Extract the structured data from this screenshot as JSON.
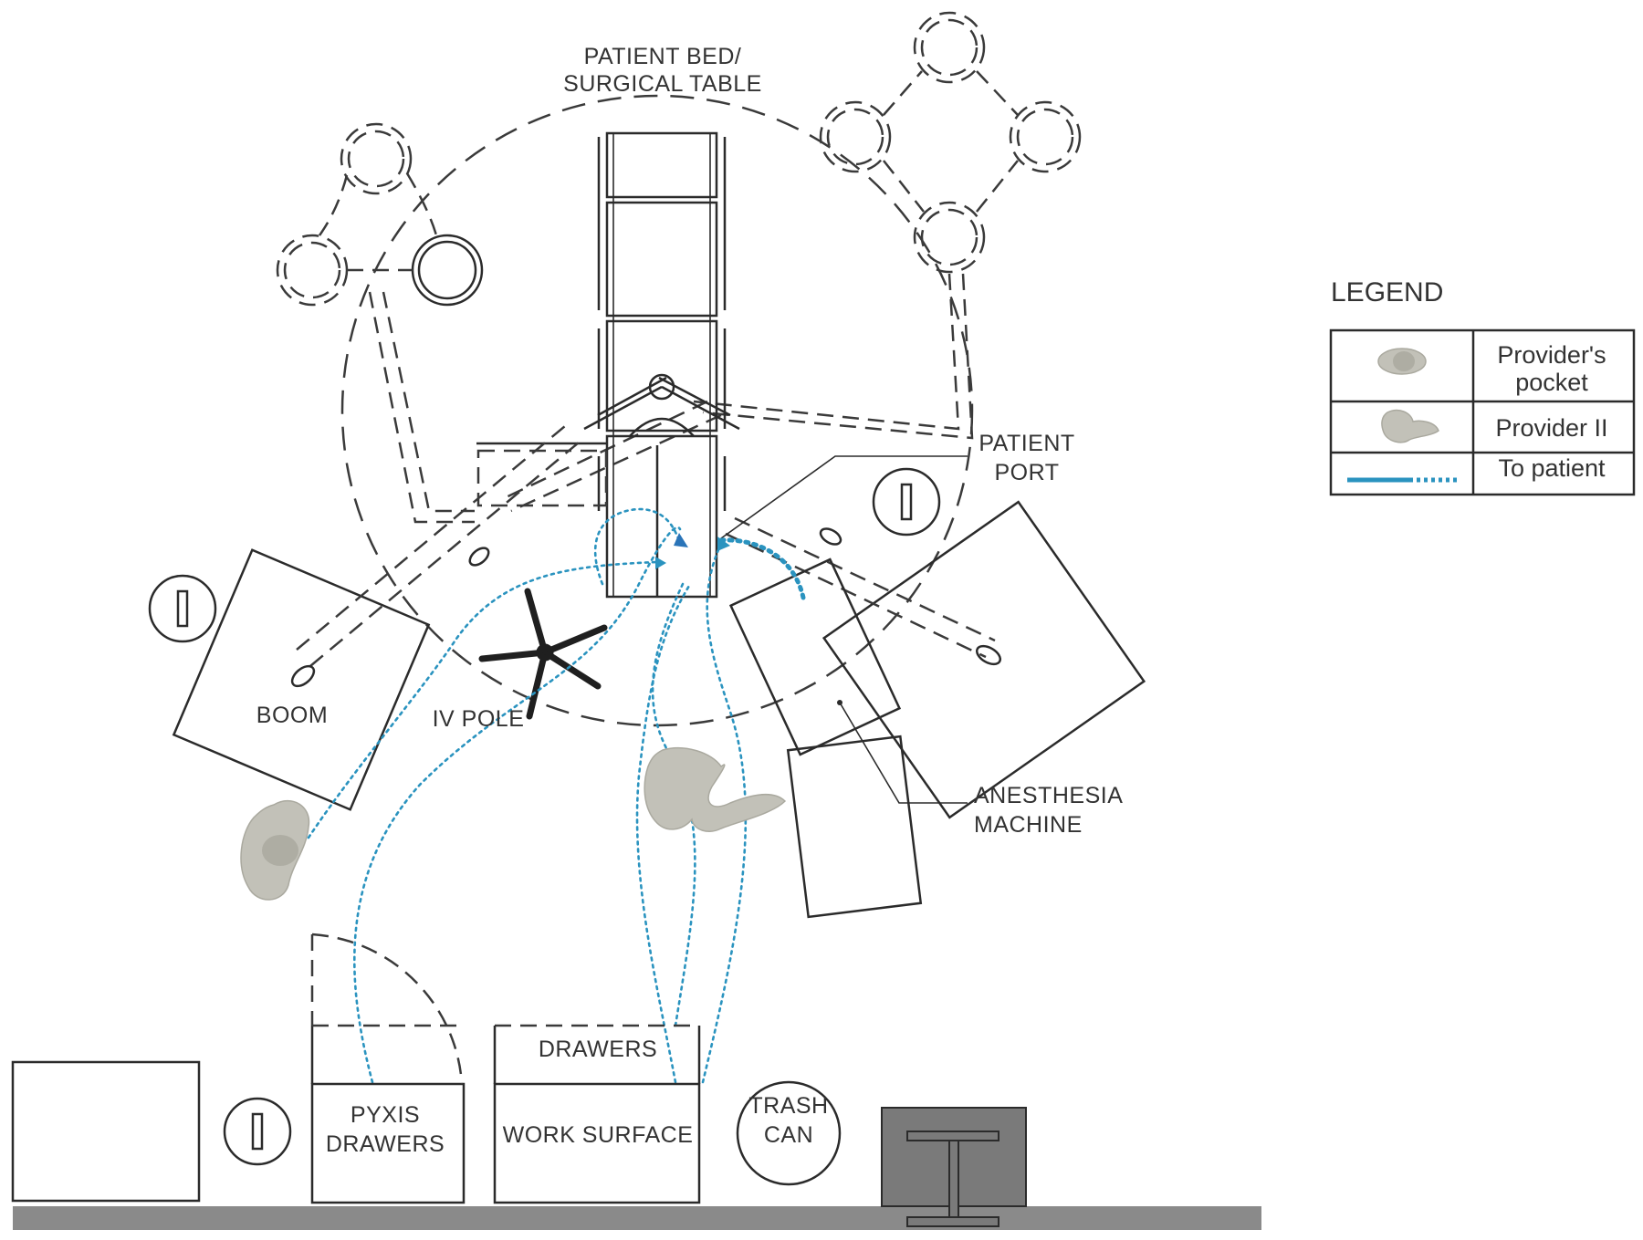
{
  "labels": {
    "patient_bed": [
      "PATIENT BED/",
      "SURGICAL TABLE"
    ],
    "patient_port": [
      "PATIENT",
      "PORT"
    ],
    "boom": "BOOM",
    "iv_pole": "IV POLE",
    "anesthesia_machine": [
      "ANESTHESIA",
      "MACHINE"
    ],
    "pyxis_drawers": [
      "PYXIS",
      "DRAWERS"
    ],
    "drawers": "DRAWERS",
    "work_surface": "WORK SURFACE",
    "trash_can": [
      "TRASH",
      "CAN"
    ]
  },
  "legend": {
    "title": "LEGEND",
    "rows": [
      {
        "symbol": "providers-pocket-symbol",
        "label": [
          "Provider's",
          "pocket"
        ]
      },
      {
        "symbol": "provider-ii-symbol",
        "label": [
          "Provider II"
        ]
      },
      {
        "symbol": "to-patient-line",
        "label": [
          "To patient"
        ]
      }
    ]
  },
  "colors": {
    "path_blue": "#2a93bf",
    "provider_gray": "#c2c1b8",
    "wall_gray": "#8a8a8a",
    "column_gray": "#7a7a7a",
    "line_dark": "#2b2b2b"
  }
}
